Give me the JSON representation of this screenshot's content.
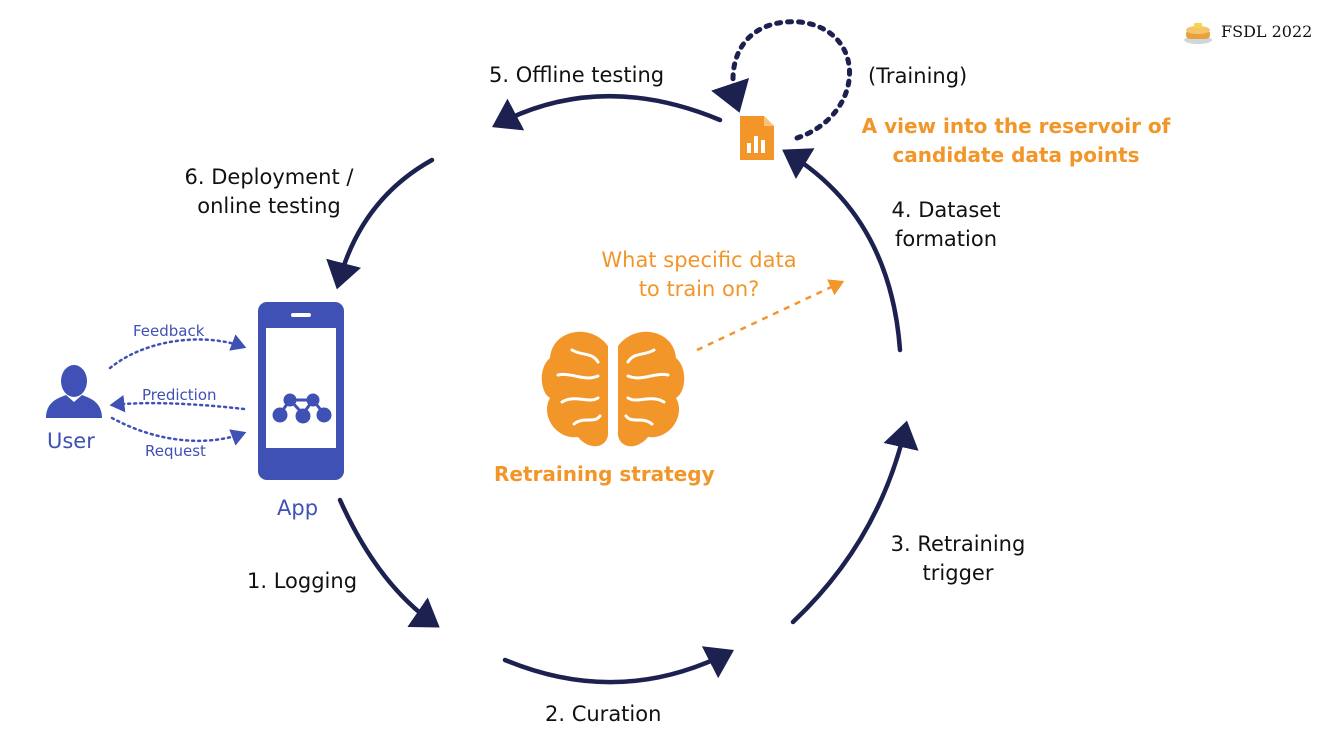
{
  "brand": {
    "text": "FSDL 2022",
    "icon": "pancake-stack-icon"
  },
  "colors": {
    "cycle": "#1c2150",
    "accent": "#f2962a",
    "app": "#3f51b5"
  },
  "steps": {
    "logging": "1. Logging",
    "curation": "2. Curation",
    "retraining_trigger": [
      "3. Retraining",
      "trigger"
    ],
    "dataset_formation": [
      "4. Dataset",
      "formation"
    ],
    "offline_testing": "5. Offline testing",
    "deployment": [
      "6. Deployment /",
      "online testing"
    ]
  },
  "training": "(Training)",
  "reservoir": [
    "A view into the reservoir of",
    "candidate data points"
  ],
  "question": [
    "What specific data",
    "to train on?"
  ],
  "strategy": "Retraining strategy",
  "user": {
    "label": "User",
    "feedback": "Feedback",
    "prediction": "Prediction",
    "request": "Request"
  },
  "app": {
    "label": "App"
  }
}
